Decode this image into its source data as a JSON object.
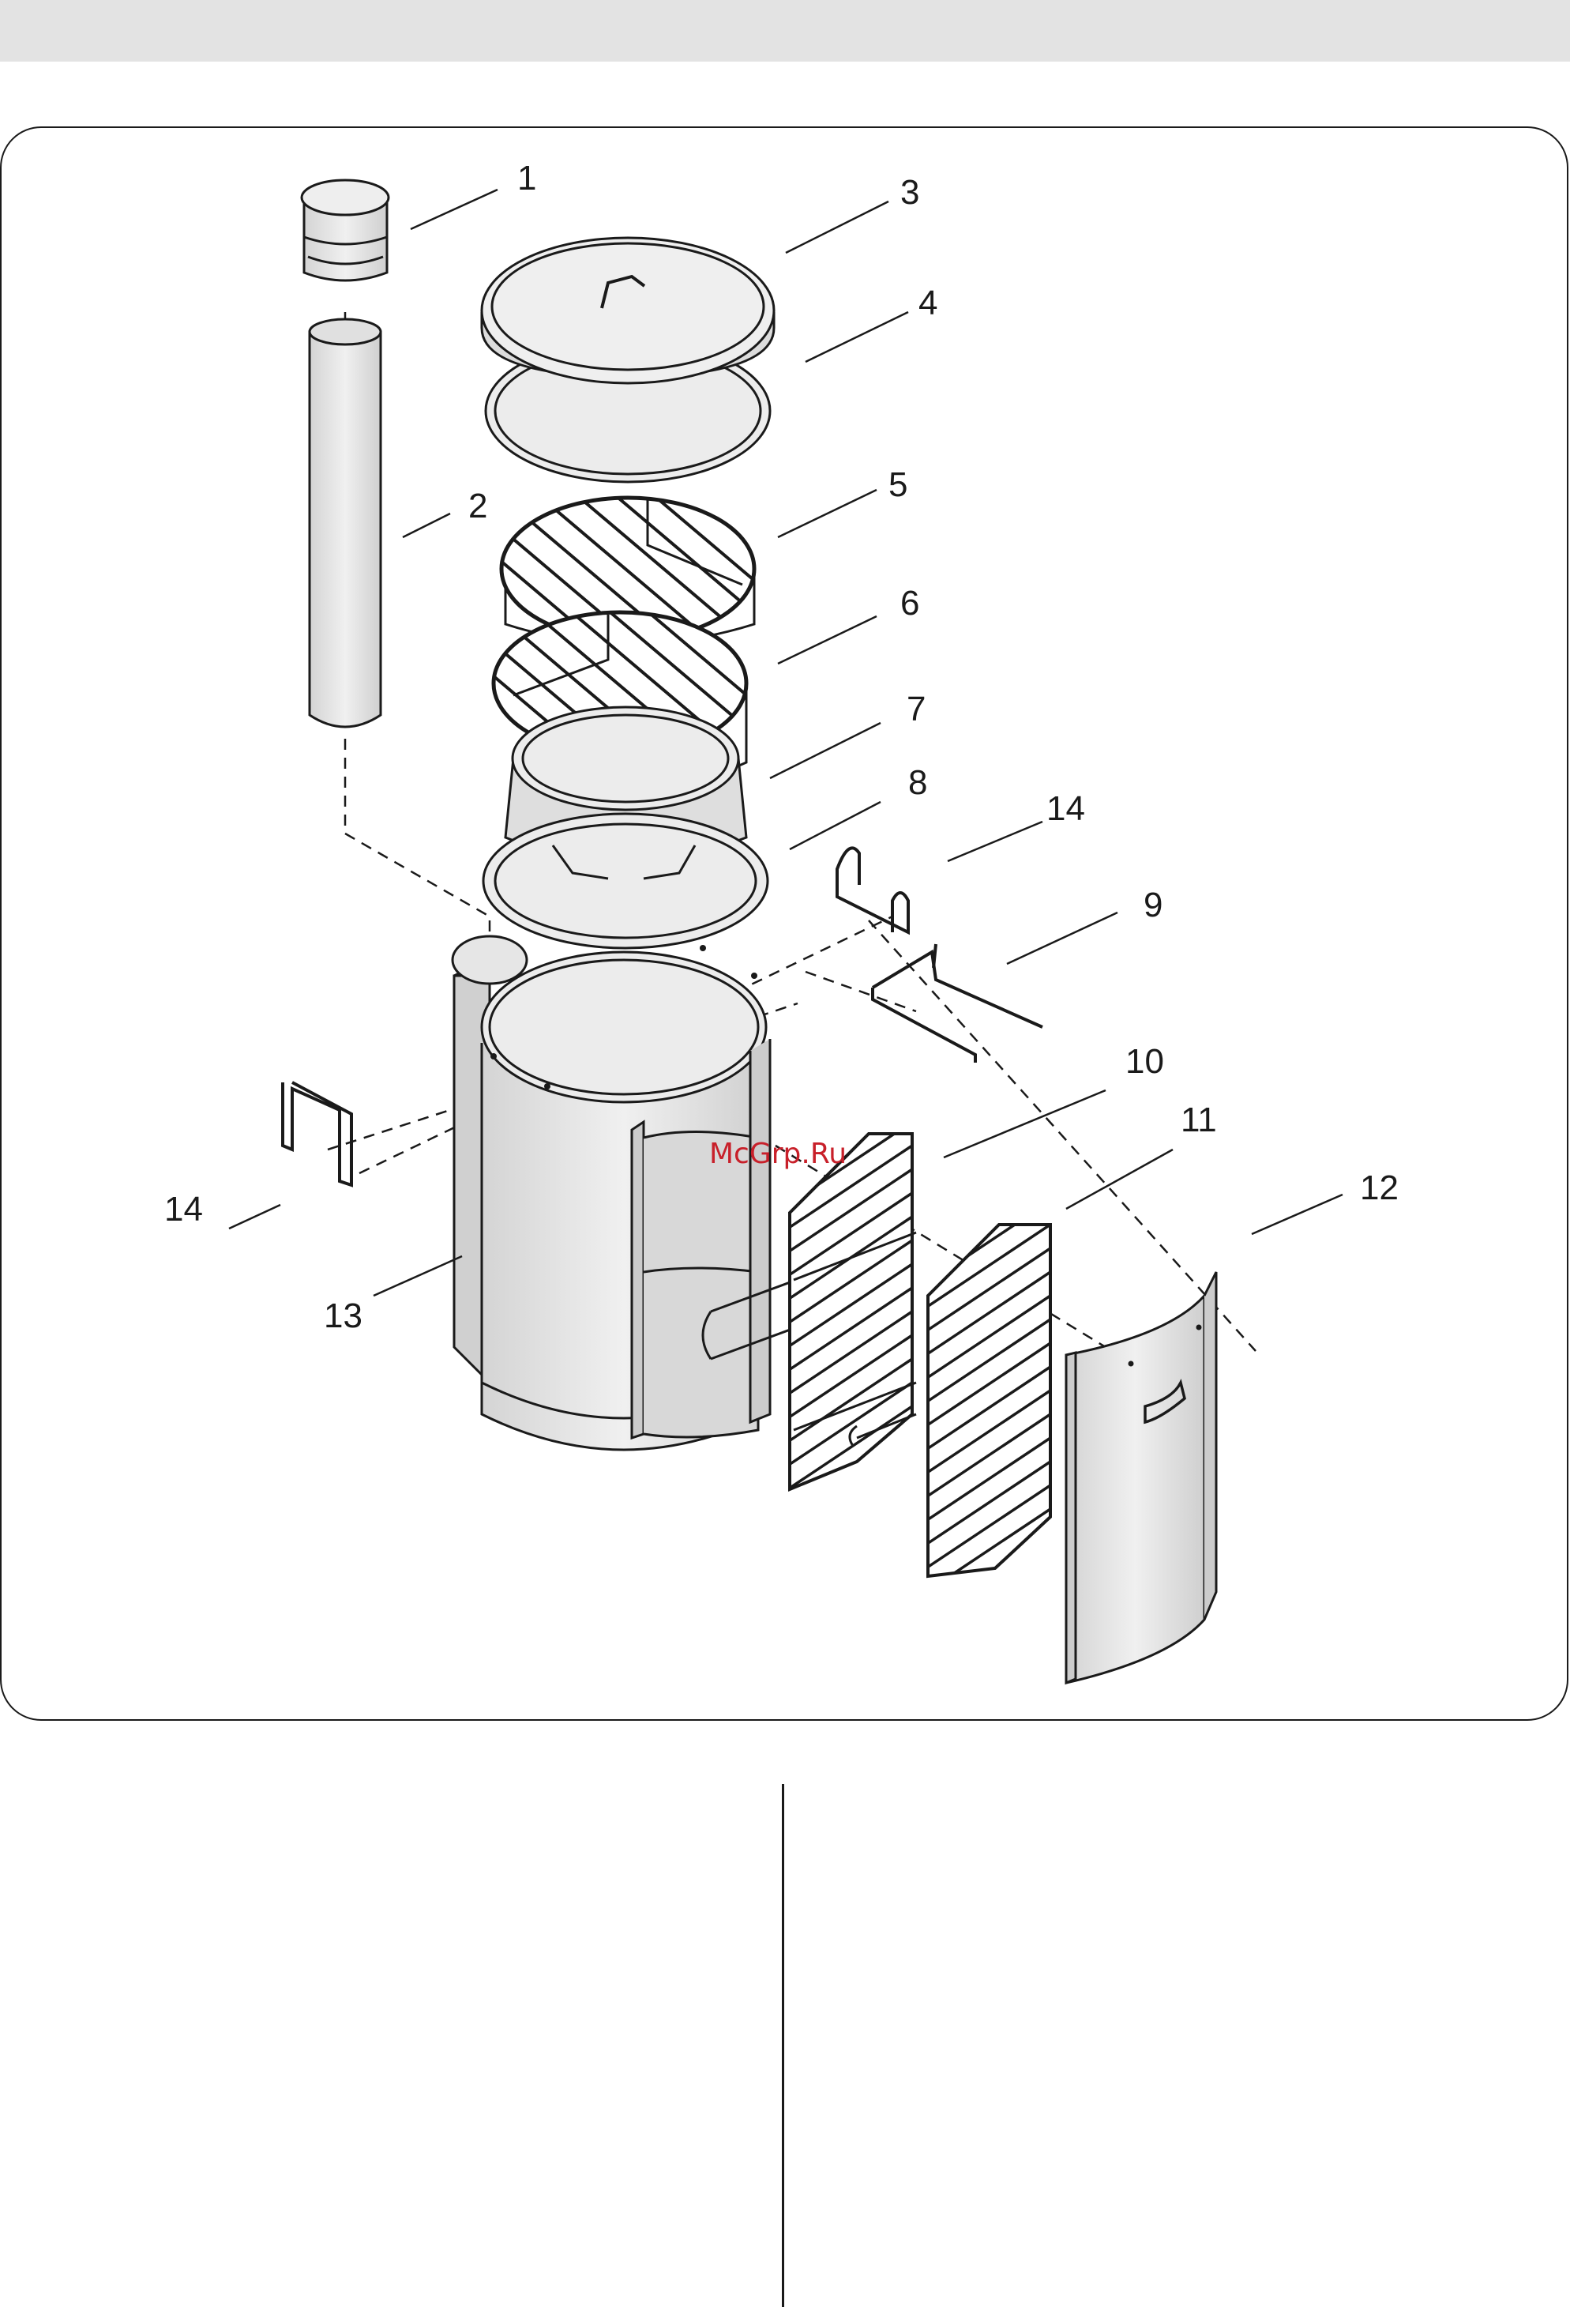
{
  "watermark": "McGrp.Ru",
  "callouts": {
    "c1": "1",
    "c2": "2",
    "c3": "3",
    "c4": "4",
    "c5": "5",
    "c6": "6",
    "c7": "7",
    "c8": "8",
    "c9": "9",
    "c10": "10",
    "c11": "11",
    "c12": "12",
    "c13": "13",
    "c14a": "14",
    "c14b": "14"
  },
  "colors": {
    "line": "#1a1a1a",
    "fill_light": "#ececec",
    "fill_mid": "#d8d8d8",
    "band": "#e3e3e3",
    "watermark": "#c8202a"
  }
}
